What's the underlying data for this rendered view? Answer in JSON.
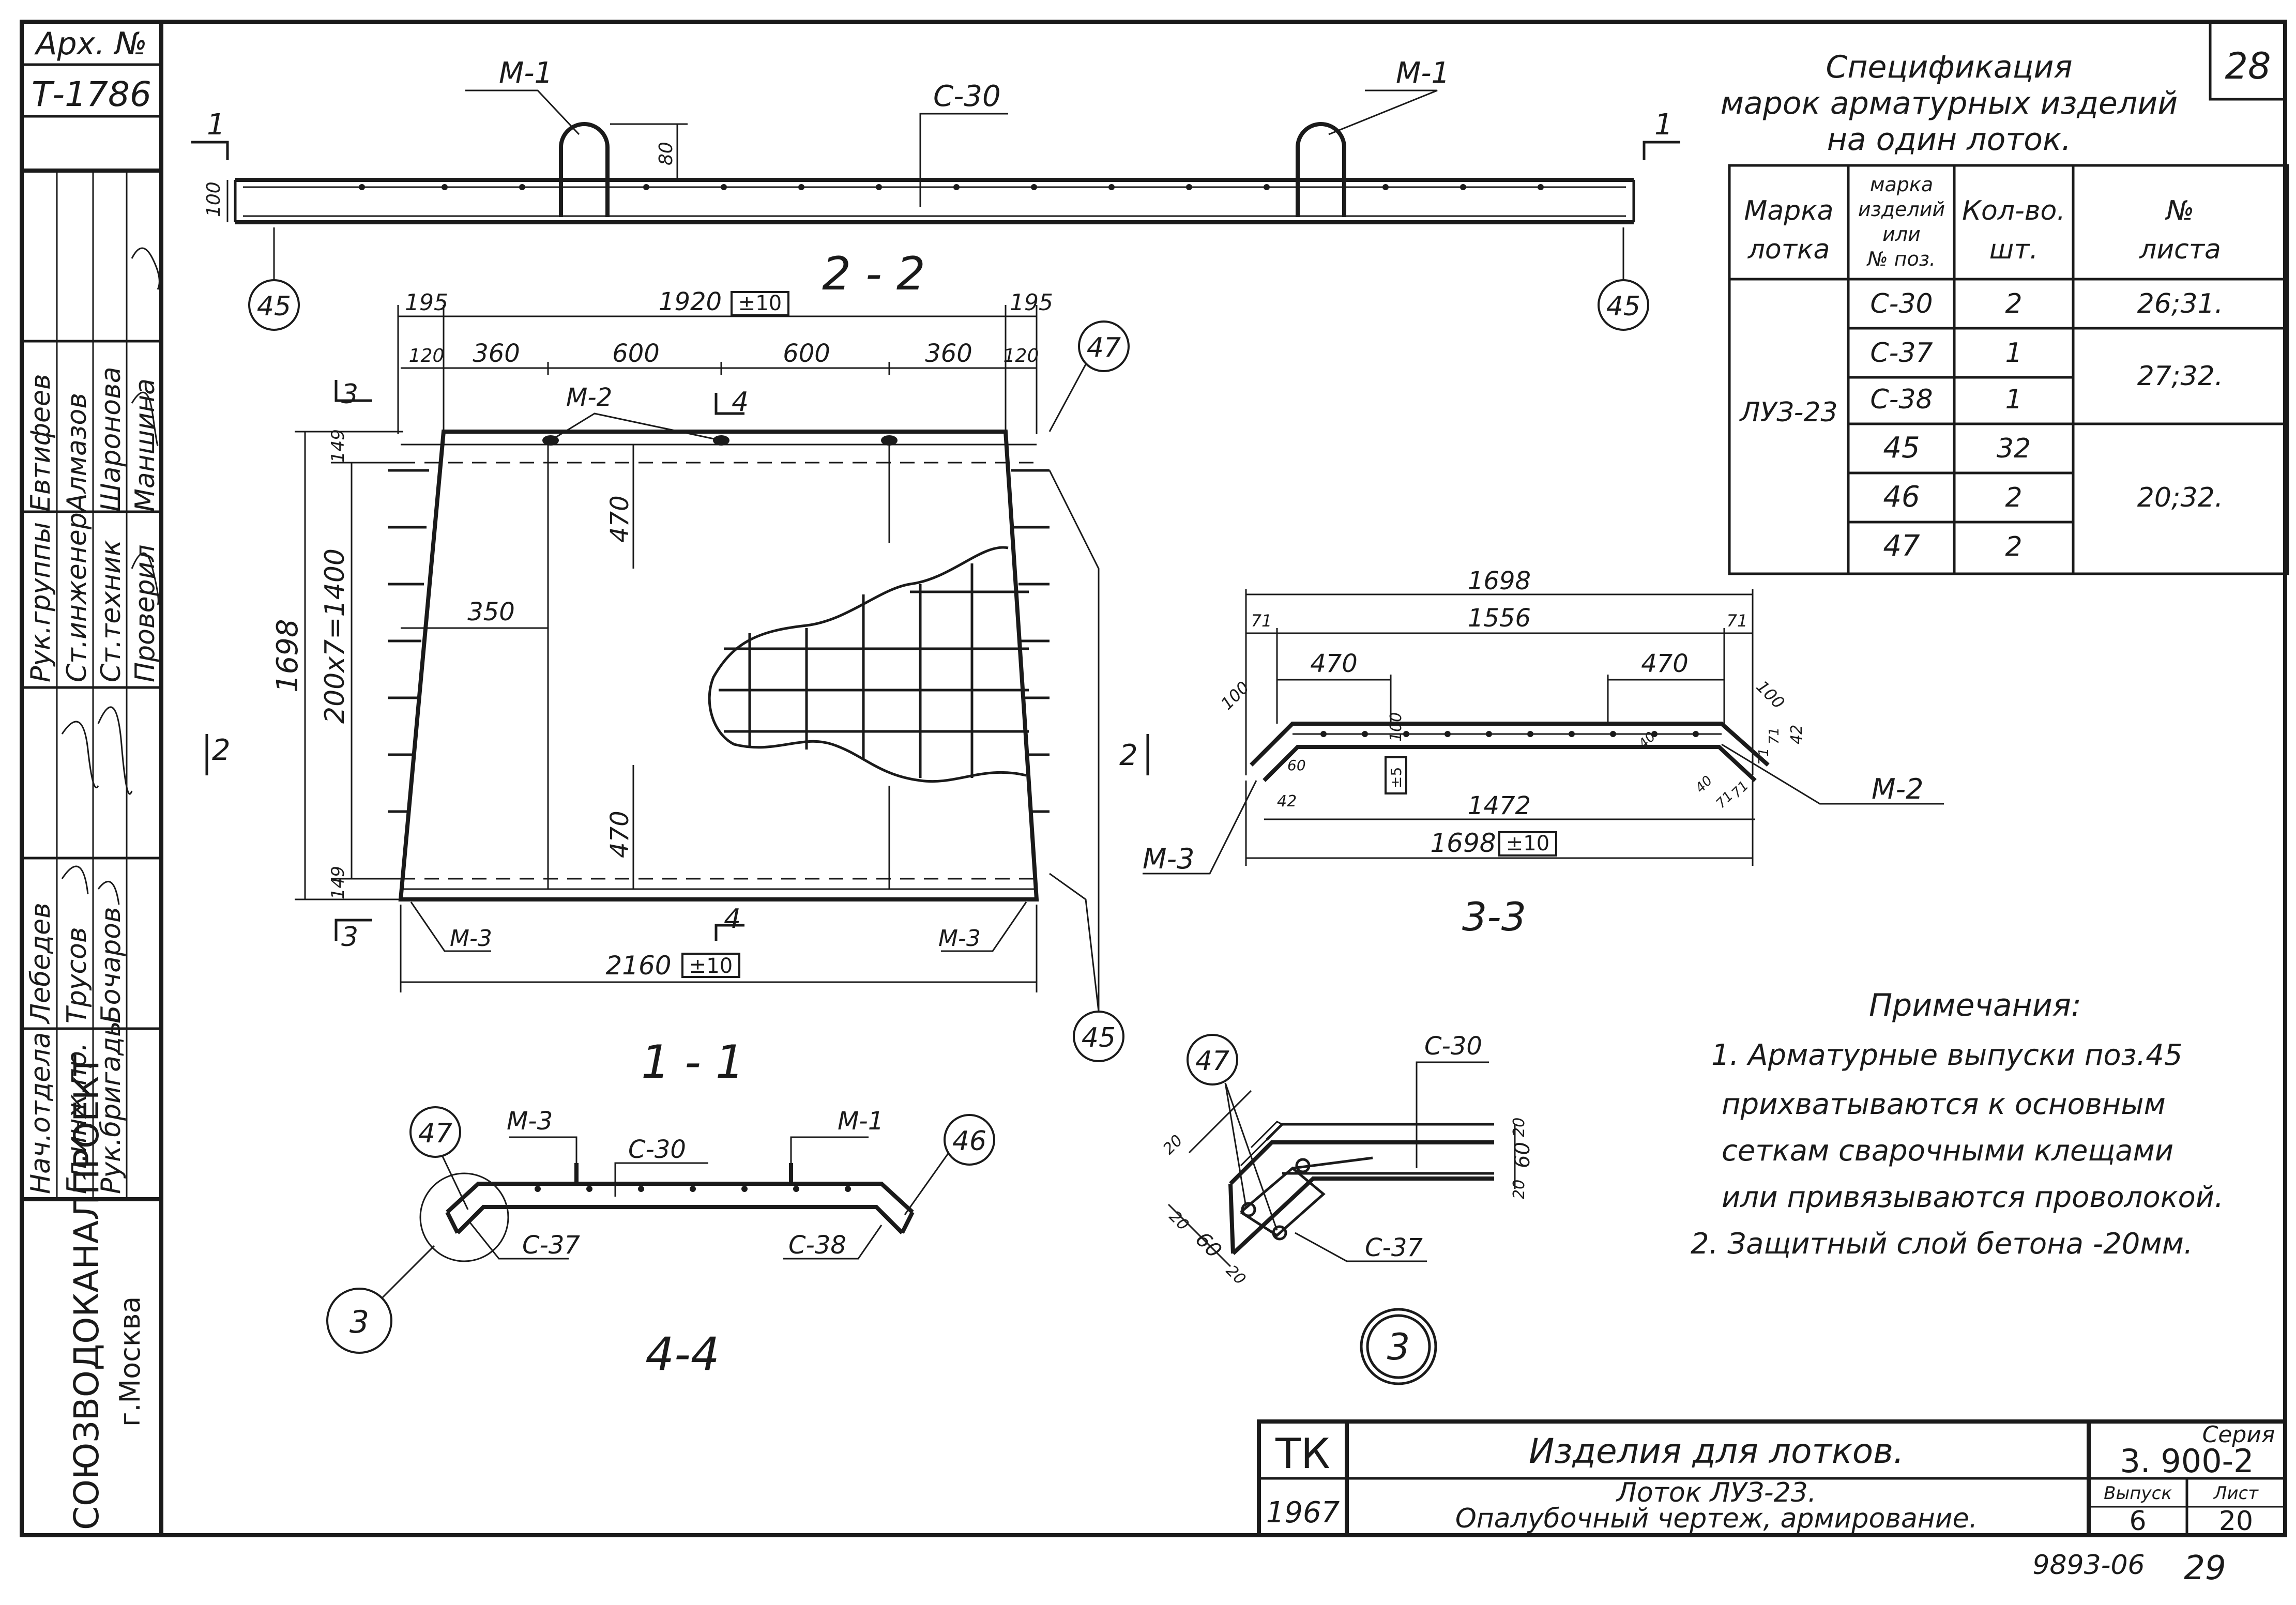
{
  "sheet_number_top": "28",
  "archive": {
    "label": "Арх. №",
    "number": "Т-1786"
  },
  "roles": [
    {
      "role": "Рук.группы",
      "name": "Евтифеев"
    },
    {
      "role": "Ст.инженер",
      "name": "Алмазов"
    },
    {
      "role": "Ст.техник",
      "name": "Шаронова"
    },
    {
      "role": "Проверил",
      "name": "Маншина"
    },
    {
      "role": "Нач.отдела",
      "name": "Лебедев"
    },
    {
      "role": "Гл.инж.пр.",
      "name": "Трусов"
    },
    {
      "role": "Рук.бригады",
      "name": "Бочаров"
    }
  ],
  "organization": {
    "name": "СОЮЗВОДОКАНАЛПРОЕКТ",
    "city": "г.Москва"
  },
  "section_2_2": {
    "title": "2 - 2",
    "marks": [
      "М-1",
      "М-1",
      "С-30"
    ],
    "dims": [
      "80",
      "100"
    ],
    "callouts": [
      "45",
      "45"
    ],
    "cut_marks": [
      "1",
      "1"
    ]
  },
  "section_1_1": {
    "title": "1 - 1",
    "top_dims": [
      "195",
      "1920",
      "±10",
      "195"
    ],
    "sub_dims": [
      "120",
      "360",
      "600",
      "600",
      "360",
      "120"
    ],
    "marks": [
      "М-2",
      "М-3",
      "М-3"
    ],
    "left_dims": [
      "1698",
      "200х7=1400",
      "149",
      "149"
    ],
    "inner_dims": [
      "470",
      "350",
      "470"
    ],
    "bottom_dims": [
      "2160",
      "±10"
    ],
    "callouts": [
      "47",
      "45"
    ],
    "cut_marks": [
      "3",
      "3",
      "4",
      "4",
      "2",
      "2"
    ]
  },
  "section_3_3": {
    "title": "3-3",
    "dims": [
      "1698",
      "71",
      "1556",
      "71",
      "470",
      "470",
      "100",
      "100",
      "100",
      "60",
      "42",
      "±5",
      "1472",
      "1698",
      "±10",
      "42",
      "71",
      "71",
      "71",
      "71",
      "40",
      "40"
    ],
    "marks": [
      "М-3",
      "М-2"
    ]
  },
  "section_4_4": {
    "title": "4-4",
    "marks": [
      "М-3",
      "С-30",
      "М-1",
      "С-37",
      "С-38"
    ],
    "callouts": [
      "47",
      "46",
      "3"
    ]
  },
  "node_3": {
    "title": "3",
    "marks": [
      "С-30",
      "С-37"
    ],
    "callouts": [
      "47"
    ],
    "dims": [
      "20",
      "60",
      "20",
      "20",
      "20",
      "60",
      "20"
    ]
  },
  "spec": {
    "title_lines": [
      "Спецификация",
      "марок арматурных изделий",
      "на один лоток."
    ],
    "headers": [
      [
        "Марка",
        "лотка"
      ],
      [
        "марка",
        "изделий",
        "или",
        "№ поз."
      ],
      [
        "Кол-во.",
        "шт."
      ],
      [
        "№",
        "листа"
      ]
    ],
    "tray": "ЛУЗ-23",
    "rows": [
      {
        "item": "С-30",
        "qty": "2",
        "sheet": "26;31."
      },
      {
        "item": "С-37",
        "qty": "1",
        "sheet": "27;32."
      },
      {
        "item": "С-38",
        "qty": "1",
        "sheet": ""
      },
      {
        "item": "45",
        "qty": "32",
        "sheet": "20;32."
      },
      {
        "item": "46",
        "qty": "2",
        "sheet": ""
      },
      {
        "item": "47",
        "qty": "2",
        "sheet": ""
      }
    ]
  },
  "notes": {
    "title": "Примечания:",
    "lines": [
      "1. Арматурные выпуски поз.45",
      "прихватываются к основным",
      "сеткам сварочными клещами",
      "или привязываются проволокой.",
      "2. Защитный слой бетона -20мм."
    ]
  },
  "title_block": {
    "code": "ТК",
    "year": "1967",
    "title": "Изделия для лотков.",
    "subtitle_1": "Лоток ЛУЗ-23.",
    "subtitle_2": "Опалубочный чертеж, армирование.",
    "series_label": "Серия",
    "series": "3. 900-2",
    "issue_label": "Выпуск",
    "issue": "6",
    "sheet_label": "Лист",
    "sheet": "20"
  },
  "footer": {
    "inventory": "9893-06",
    "page": "29"
  }
}
